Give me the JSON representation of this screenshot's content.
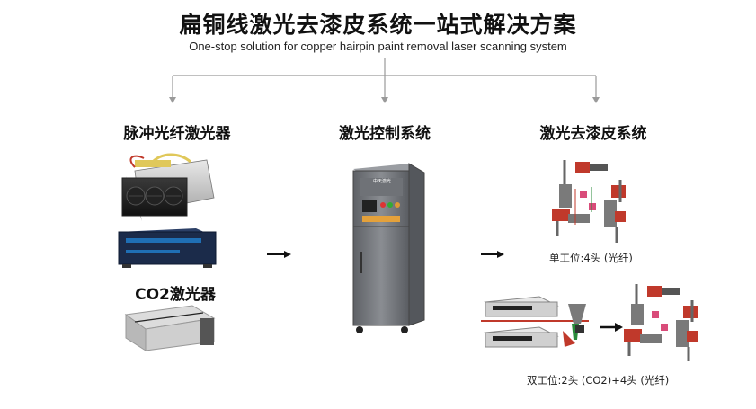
{
  "header": {
    "title": "扁铜线激光去漆皮系统一站式解决方案",
    "subtitle": "One-stop solution for copper hairpin paint removal laser scanning system"
  },
  "columns": {
    "lasers": {
      "heading": "脉冲光纤激光器",
      "co2_heading": "CO2激光器"
    },
    "control": {
      "heading": "激光控制系统",
      "cabinet_brand": "中天激光"
    },
    "removal": {
      "heading": "激光去漆皮系统",
      "single_caption": "单工位:4头 (光纤)",
      "dual_caption": "双工位:2头 (CO2)+4头 (光纤)"
    }
  },
  "colors": {
    "connector_gray": "#9a9a9a",
    "laser_red": "#c0392b",
    "laser_blue": "#1f6fb5",
    "cabinet_gray": "#7c7f84"
  }
}
